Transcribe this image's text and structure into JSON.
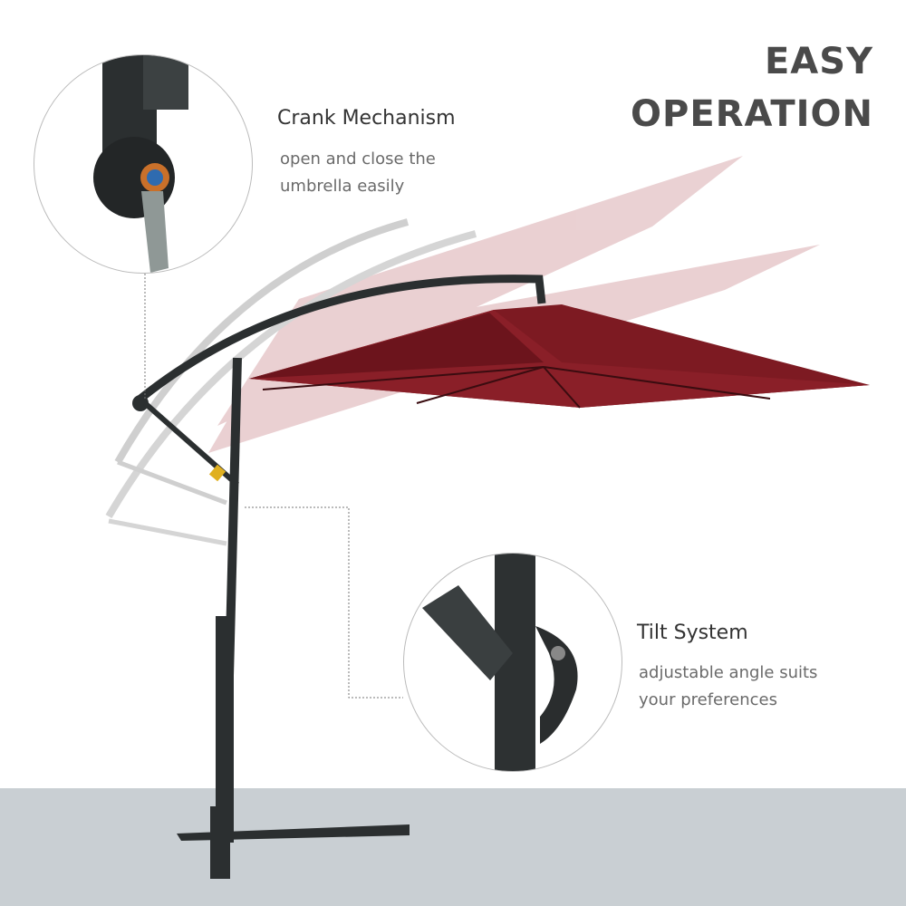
{
  "headline": {
    "line1": "EASY",
    "line2": "OPERATION"
  },
  "features": [
    {
      "title": "Crank Mechanism",
      "desc_line1": "open and close the",
      "desc_line2": "umbrella  easily"
    },
    {
      "title": "Tilt System",
      "desc_line1": "adjustable angle suits",
      "desc_line2": "your preferences"
    }
  ],
  "colors": {
    "canopy": "#7d1a22",
    "pole": "#2b2f30",
    "ground": "#c9cfd3",
    "text": "#4a4a4a"
  }
}
